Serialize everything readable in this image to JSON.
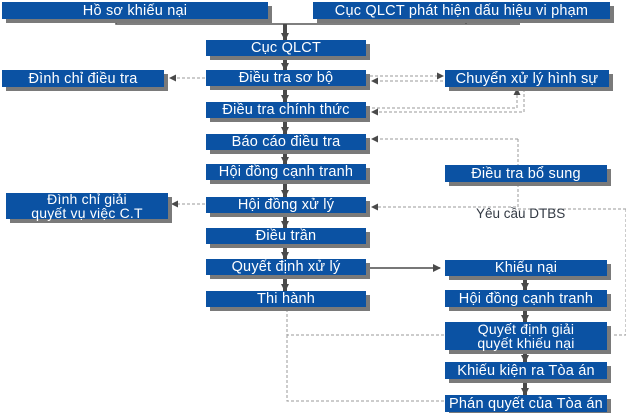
{
  "diagram": {
    "colors": {
      "box_fill": "#0b52a3",
      "box_text": "#ffffff",
      "shadow": "#7a7a7a",
      "arrow": "#4a4a4a",
      "dashed": "#9a9a9a",
      "label_text": "#333a44"
    },
    "top": {
      "complaint_file": "Hồ sơ khiếu nại",
      "violation_detected": "Cục QLCT phát hiện dấu hiệu vi phạm"
    },
    "main_flow": {
      "competition_dept": "Cục QLCT",
      "preliminary_investigation": "Điều tra sơ bộ",
      "official_investigation": "Điều tra chính thức",
      "investigation_report": "Báo cáo điều tra",
      "competition_council": "Hội đồng cạnh tranh",
      "handling_council": "Hội đồng xử lý",
      "hearing": "Điều trần",
      "handling_decision": "Quyết định xử lý",
      "enforcement": "Thi hành"
    },
    "side_left": {
      "suspend_investigation": "Đình chỉ điều tra",
      "suspend_case_line1": "Đình chỉ giải",
      "suspend_case_line2": "quyết vụ việc C.T"
    },
    "side_right": {
      "criminal_transfer": "Chuyển xử lý hình sự",
      "supplementary_investigation": "Điều tra bổ sung",
      "request_label": "Yêu cầu DTBS"
    },
    "appeal_flow": {
      "complaint": "Khiếu nại",
      "competition_council": "Hội đồng cạnh tranh",
      "complaint_decision_line1": "Quyết định giải",
      "complaint_decision_line2": "quyết khiếu nại",
      "court_lawsuit": "Khiếu kiện ra Tòa án",
      "court_judgment": "Phán quyết của Tòa án"
    }
  }
}
